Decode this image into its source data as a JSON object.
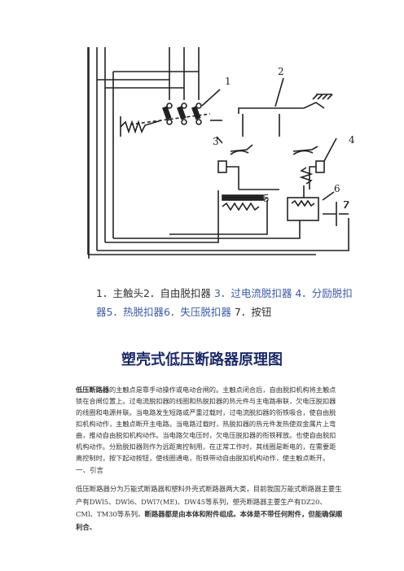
{
  "diagram": {
    "labels": [
      "1",
      "2",
      "3",
      "4",
      "5",
      "6",
      "7"
    ]
  },
  "legend": {
    "line1_a": "1．主触头2．自由脱扣器",
    "line1_b": "3．过电流脱扣器",
    "line1_c": "4．分励脱扣",
    "line2_a": "器5．热脱扣器6．失压脱扣器",
    "line2_b": "7．按钮"
  },
  "title": "塑壳式低压断路器原理图",
  "para1": {
    "highlight": "低压断路器",
    "text": "的主触点是靠手动操作或电动合闸的。主触点闭合后，自由脱扣机构将主触点锁在合闸位置上。过电流脱扣器的线圈和热脱扣器的热元件与主电路串联，欠电压脱扣器的线圈和电源并联。当电路发生短路或严重过载时，过电流脱扣器的衔铁吸合，使自由脱扣机构动作，主触点断开主电路。当电路过载时，热脱扣器的热元件发热使双金属片上弯曲，推动自由脱扣机构动作。当电路欠电压时，欠电压脱扣器的衔铁释放。也使自由脱扣机构动作。分励脱扣器则作为远距离控制用，在正常工作时，其线圈是断电的，在需要距离控制时，按下起动按钮，使线圈通电，衔铁带动自由脱扣机构动作，使主触点断开。"
  },
  "section": "一、引言",
  "para2": {
    "text": "低压断路器分为万能式断路器和塑料外壳式断路器两大类，目前我国万能式断路器主要生产有DWl5、DWl6、DWl7(ME)、DW45等系列，塑壳断路器主要生产有DZ20、CMl、TM30等系列。",
    "bold": "断路器都是由本体和附件组成。本体是不带任何附件，但能确保顺利合、"
  }
}
